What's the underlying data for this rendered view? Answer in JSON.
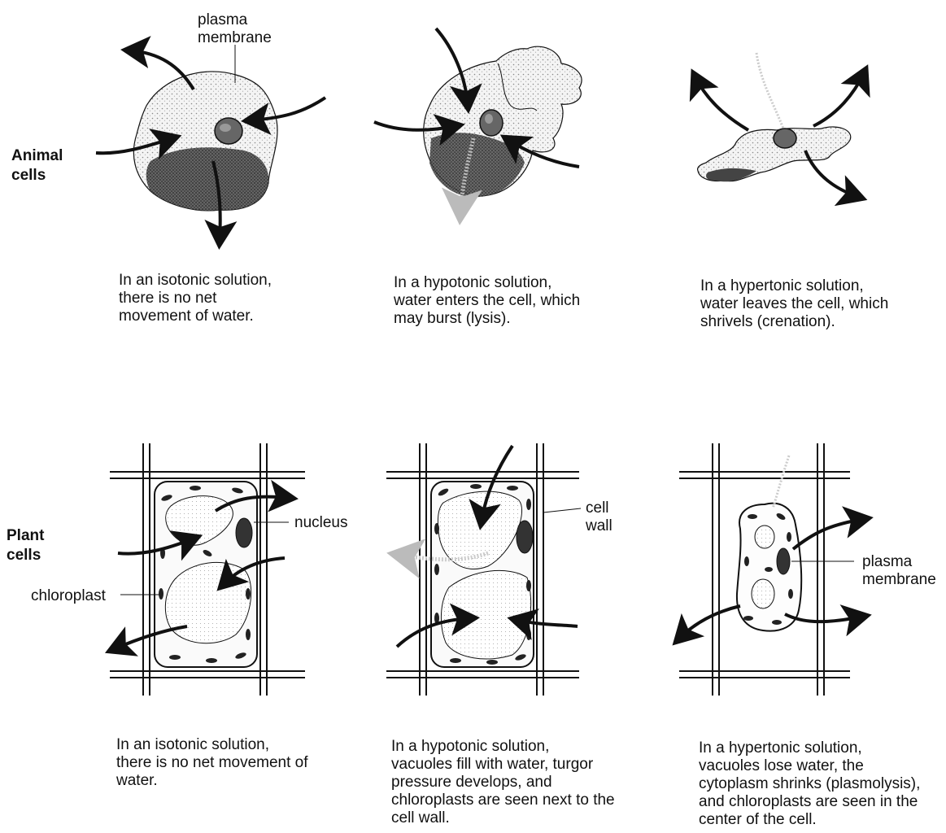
{
  "row_labels": {
    "animal": [
      "Animal",
      "cells"
    ],
    "plant": [
      "Plant",
      "cells"
    ]
  },
  "labels": {
    "plasma_membrane_top": [
      "plasma",
      "membrane"
    ],
    "nucleus": "nucleus",
    "chloroplast": "chloroplast",
    "cell_wall": [
      "cell",
      "wall"
    ],
    "plasma_membrane_plant": [
      "plasma",
      "membrane"
    ]
  },
  "captions": {
    "animal_isotonic": [
      "In an isotonic solution,",
      "there is no net",
      "movement of water."
    ],
    "animal_hypotonic": [
      "In a hypotonic solution,",
      "water enters the cell, which",
      "may burst (lysis)."
    ],
    "animal_hypertonic": [
      "In a hypertonic solution,",
      "water leaves the cell, which",
      "shrivels (crenation)."
    ],
    "plant_isotonic": [
      "In an isotonic solution,",
      "there is no net movement of",
      "water."
    ],
    "plant_hypotonic": [
      "In a hypotonic solution,",
      "vacuoles fill with water, turgor",
      "pressure develops, and",
      "chloroplasts are seen next to the",
      "cell wall."
    ],
    "plant_hypertonic": [
      "In a hypertonic solution,",
      "vacuoles lose water, the",
      "cytoplasm shrinks (plasmolysis),",
      "and chloroplasts are seen in the",
      "center of the cell."
    ]
  },
  "colors": {
    "ink": "#111111",
    "shade": "#8a8a8a",
    "light_shade": "#d8d8d8"
  }
}
